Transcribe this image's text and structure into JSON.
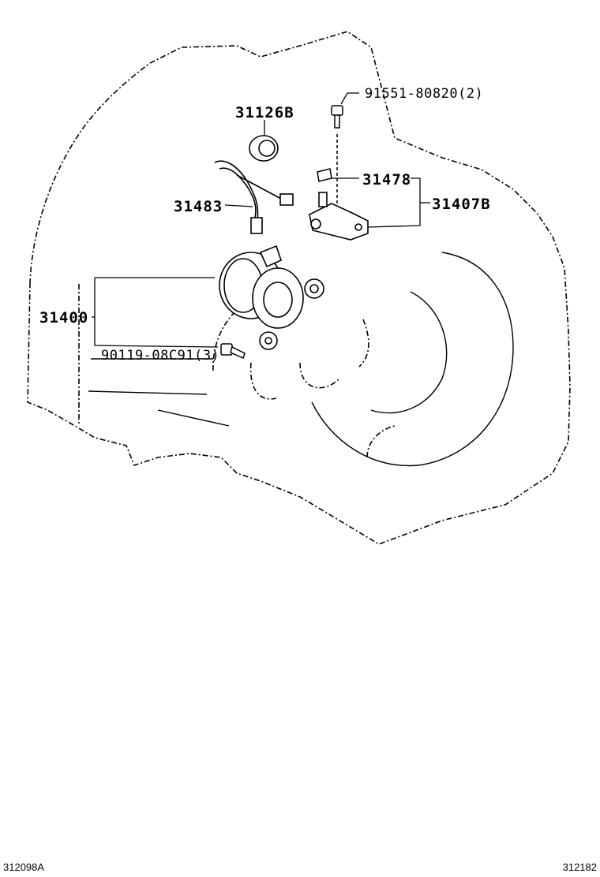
{
  "callouts": {
    "p31126b": "31126B",
    "p91551": "91551-80820(2)",
    "p31478": "31478",
    "p31407b": "31407B",
    "p31483": "31483",
    "p31400": "31400",
    "p90119": "90119-08C91(3)"
  },
  "footer": {
    "left_code": "312098A",
    "right_code": "312182"
  }
}
